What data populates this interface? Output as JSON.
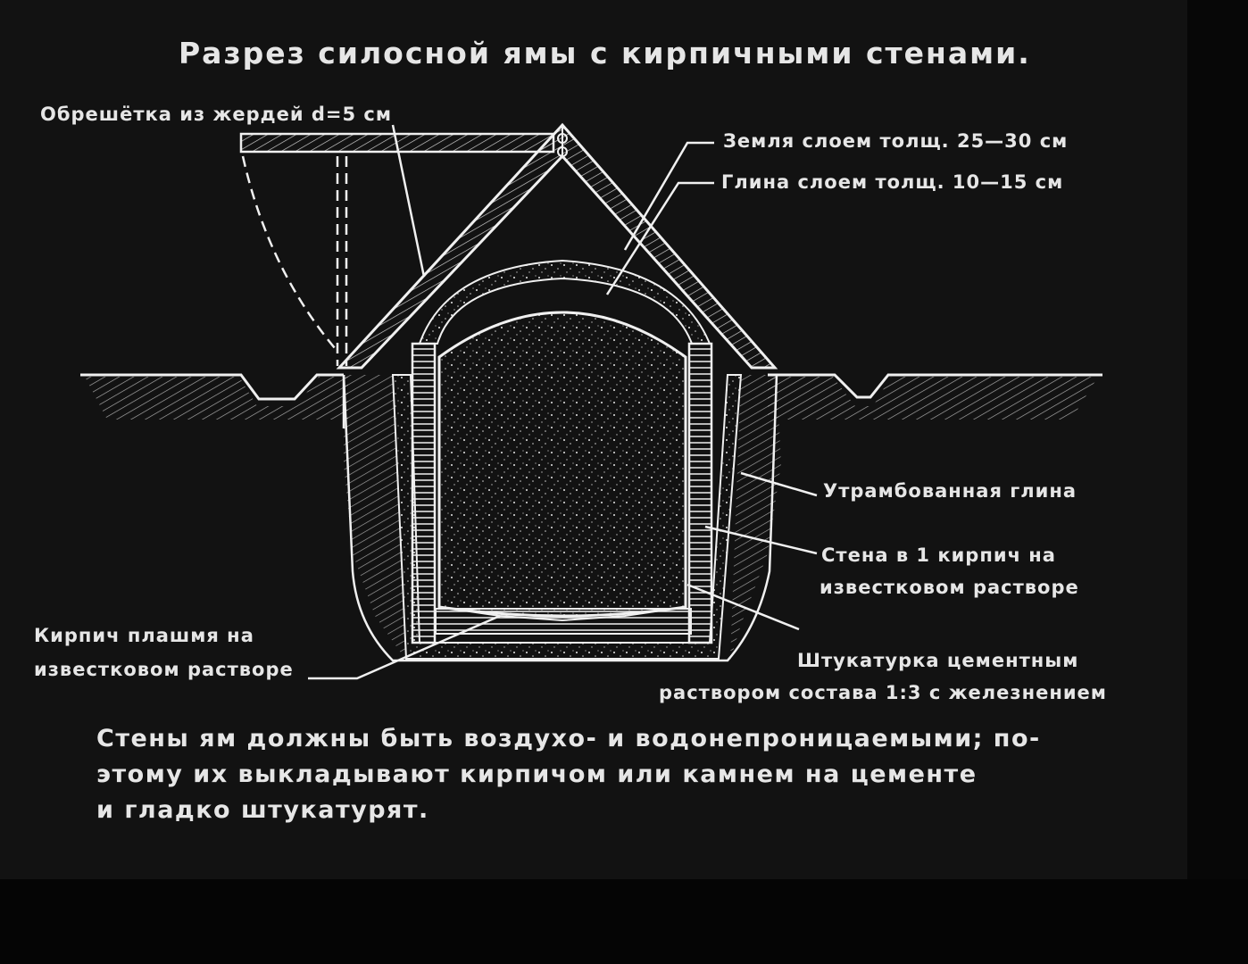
{
  "diagram": {
    "title": "Разрез силосной ямы с кирпичными стенами.",
    "labels": {
      "lathing": "Обрешётка из жердей d=5 см",
      "earth_layer": "Земля слоем толщ. 25—30 см",
      "clay_layer": "Глина слоем толщ. 10—15 см",
      "rammed_clay": "Утрамбованная глина",
      "wall_line1": "Стена в 1 кирпич на",
      "wall_line2": "известковом растворе",
      "flat_brick_line1": "Кирпич плашмя на",
      "flat_brick_line2": "известковом растворе",
      "plaster_line1": "Штукатурка цементным",
      "plaster_line2": "раствором состава 1:3 с железнением"
    },
    "note_lines": [
      "Стены ям должны быть воздухо- и водонепроницаемыми; по-",
      "этому их выкладывают кирпичом или камнем на цементе",
      "и гладко штукатурят."
    ]
  },
  "colors": {
    "background": "#121212",
    "line": "#f0f0f0"
  }
}
